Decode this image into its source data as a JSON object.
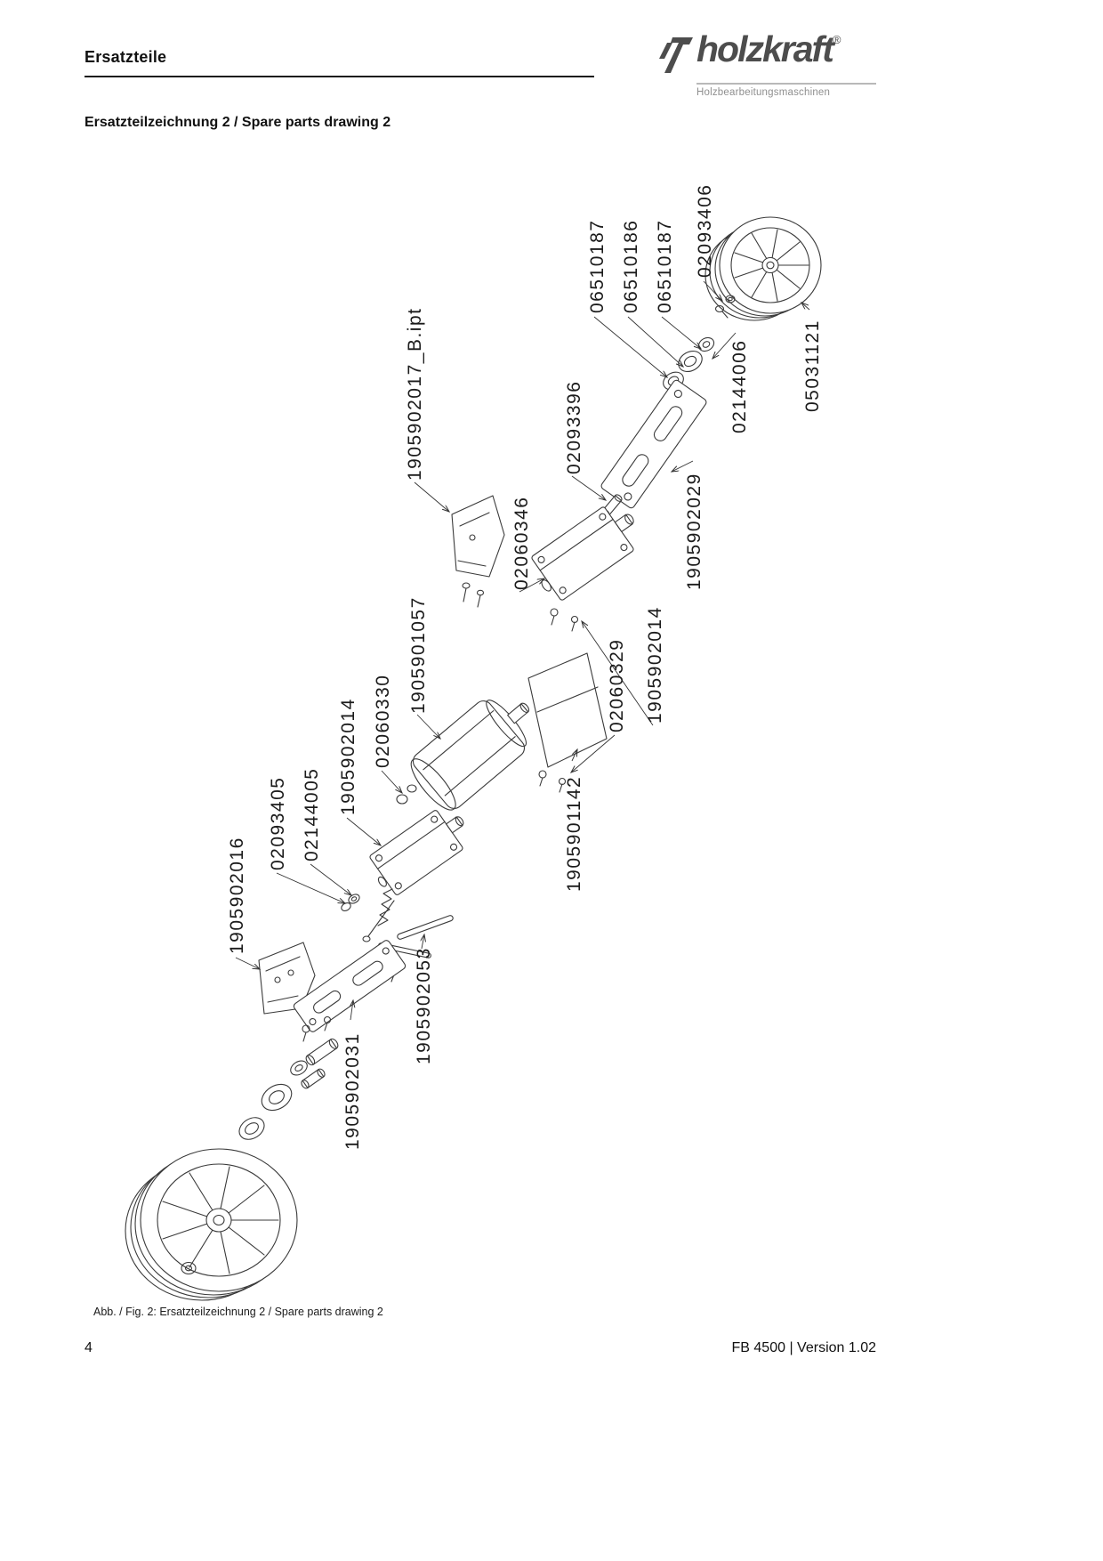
{
  "header": {
    "section_title": "Ersatzteile",
    "logo": {
      "brand": "holzkraft",
      "registered_mark": "®",
      "tagline": "Holzbearbeitungsmaschinen",
      "brand_color": "#4d4d4d"
    }
  },
  "content": {
    "drawing_title": "Ersatzteilzeichnung 2 / Spare parts drawing 2",
    "caption": "Abb. / Fig. 2: Ersatzteilzeichnung 2 / Spare parts drawing 2"
  },
  "diagram": {
    "part_labels": [
      {
        "text": "02093406"
      },
      {
        "text": "06510187"
      },
      {
        "text": "06510186"
      },
      {
        "text": "06510187"
      },
      {
        "text": "02144006"
      },
      {
        "text": "05031121"
      },
      {
        "text": "02093396"
      },
      {
        "text": "1905902029"
      },
      {
        "text": "1905902017_B.ipt"
      },
      {
        "text": "02060346"
      },
      {
        "text": "1905902014"
      },
      {
        "text": "1905901057"
      },
      {
        "text": "02060329"
      },
      {
        "text": "02060330"
      },
      {
        "text": "1905902014"
      },
      {
        "text": "02144005"
      },
      {
        "text": "02093405"
      },
      {
        "text": "1905902016"
      },
      {
        "text": "1905901142"
      },
      {
        "text": "1905902053"
      },
      {
        "text": "1905902031"
      }
    ]
  },
  "footer": {
    "page_number": "4",
    "doc_reference": "FB 4500 | Version 1.02"
  }
}
